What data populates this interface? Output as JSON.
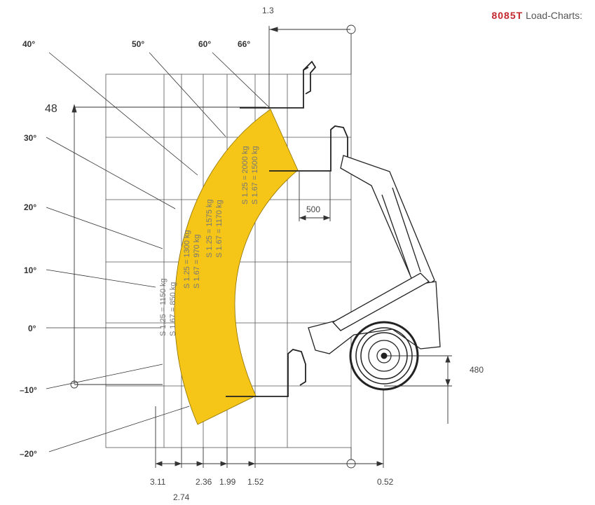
{
  "header": {
    "model_prefix": "8",
    "model_suffix": "085T",
    "title": "Load-Charts:"
  },
  "colors": {
    "load_zone": "#f5c518",
    "grid": "#555555",
    "brand_red": "#c4262e"
  },
  "angles": [
    "40°",
    "50°",
    "60°",
    "66°",
    "30°",
    "20°",
    "10°",
    "0°",
    "–10°",
    "–20°"
  ],
  "dimensions": {
    "top_reach": "1.3",
    "height_max": "48",
    "fork_length": "500",
    "wheel_height": "480",
    "bottom": [
      "3.11",
      "2.74",
      "2.36",
      "1.99",
      "1.52",
      "0.52"
    ]
  },
  "capacities": [
    {
      "line1": "S 1.25 = 1150 kg",
      "line2": "S 1.67 = 850 kg"
    },
    {
      "line1": "S 1.25 = 1300 kg",
      "line2": "S 1.67 = 970 kg"
    },
    {
      "line1": "S 1.25 = 1575 kg",
      "line2": "S 1.67 = 1170 kg"
    },
    {
      "line1": "S 1.25 = 2000 kg",
      "line2": "S 1.67 = 1500 kg"
    }
  ]
}
